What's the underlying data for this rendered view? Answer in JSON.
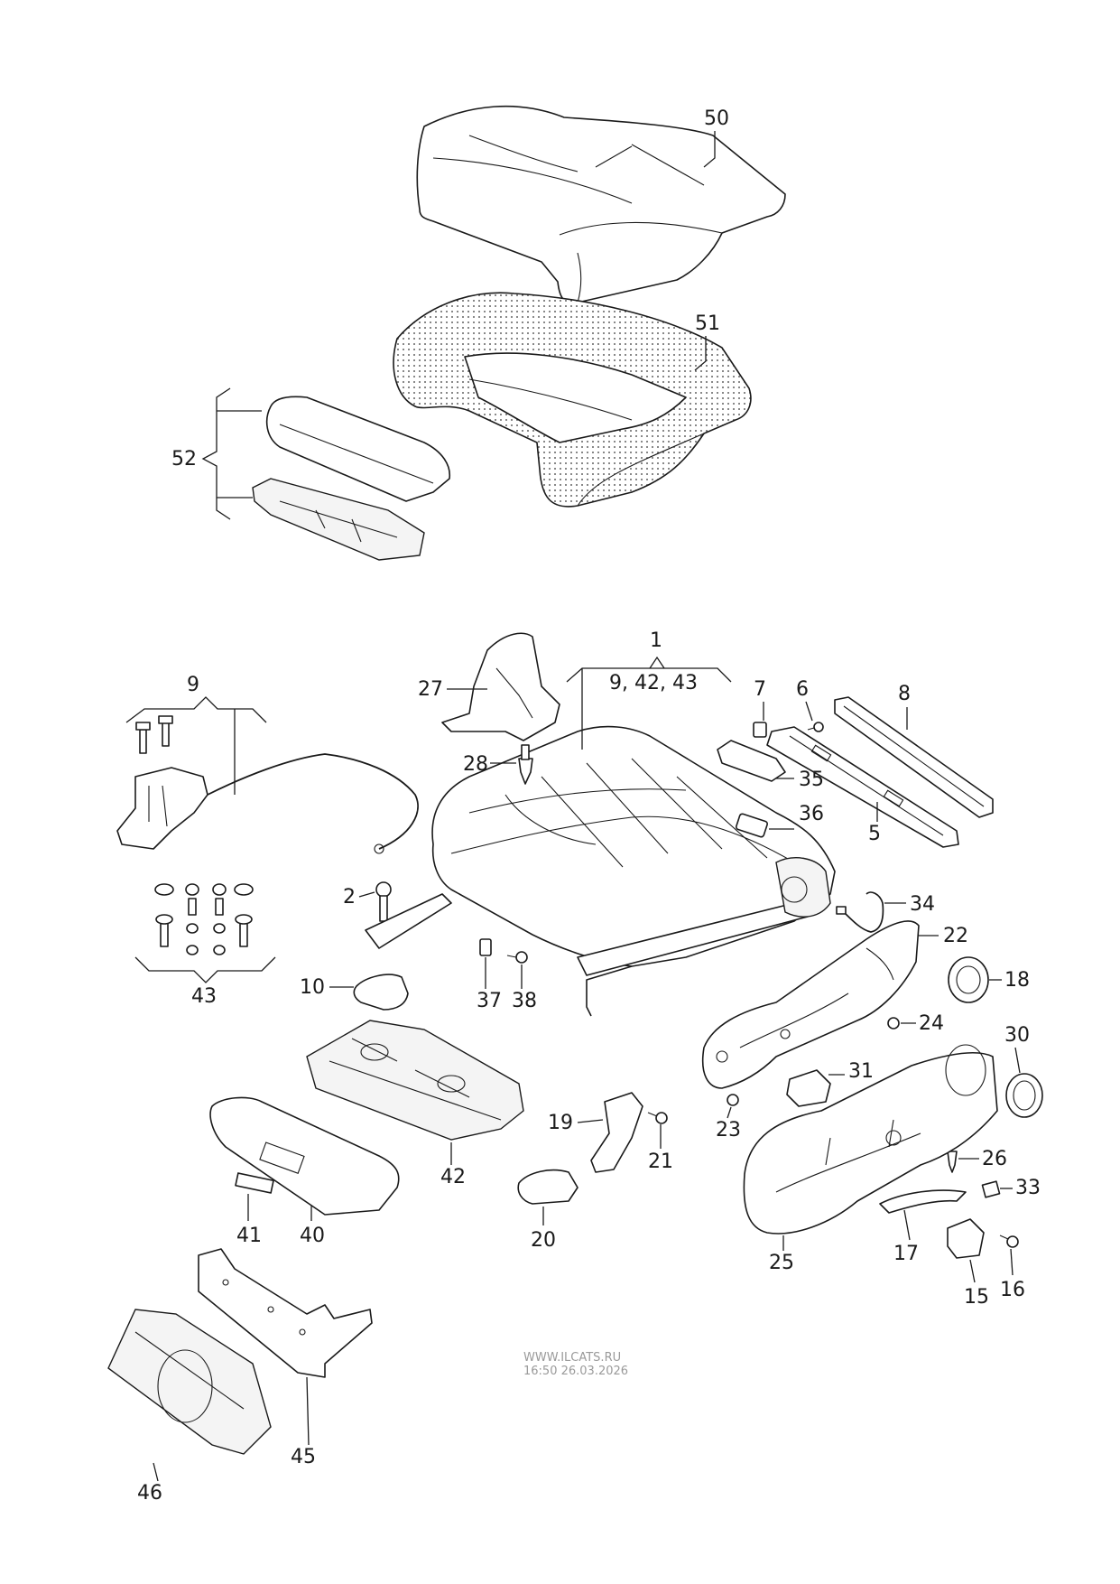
{
  "callouts": {
    "c50": "50",
    "c51": "51",
    "c52": "52",
    "c1": "1",
    "c1sub": "9, 42, 43",
    "c9": "9",
    "c27": "27",
    "c28": "28",
    "c7": "7",
    "c6": "6",
    "c8": "8",
    "c35": "35",
    "c36": "36",
    "c5": "5",
    "c43": "43",
    "c2": "2",
    "c34": "34",
    "c22": "22",
    "c18": "18",
    "c10": "10",
    "c37": "37",
    "c38": "38",
    "c24": "24",
    "c30": "30",
    "c31": "31",
    "c23": "23",
    "c19": "19",
    "c21": "21",
    "c26": "26",
    "c42": "42",
    "c33": "33",
    "c41": "41",
    "c40": "40",
    "c20": "20",
    "c17": "17",
    "c25": "25",
    "c16": "16",
    "c15": "15",
    "c46": "46",
    "c45": "45"
  },
  "watermark": {
    "site": "WWW.ILCATS.RU",
    "timestamp": "16:50 26.03.2026"
  }
}
